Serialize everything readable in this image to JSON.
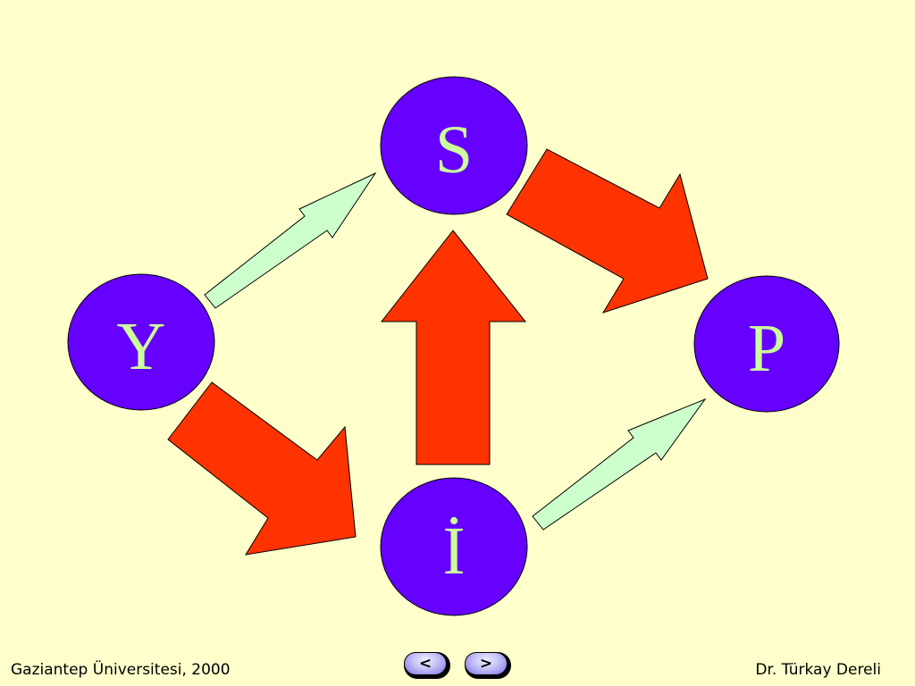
{
  "colors": {
    "background": "#FFFFCC",
    "node_fill": "#6600FF",
    "node_label": "#CCFF99",
    "strong_arrow": "#FF3300",
    "weak_arrow": "#CCFFCC"
  },
  "nodes": {
    "y": {
      "label": "Y"
    },
    "s": {
      "label": "S"
    },
    "p": {
      "label": "P"
    },
    "i": {
      "label": "İ"
    }
  },
  "arrows": [
    {
      "from": "Y",
      "to": "S",
      "style": "thin",
      "color": "light-green"
    },
    {
      "from": "S",
      "to": "P",
      "style": "thick",
      "color": "red"
    },
    {
      "from": "Y",
      "to": "İ",
      "style": "thick",
      "color": "red"
    },
    {
      "from": "İ",
      "to": "S",
      "style": "thick",
      "color": "red"
    },
    {
      "from": "İ",
      "to": "P",
      "style": "thin",
      "color": "light-green"
    }
  ],
  "footer": {
    "left_text": "Gaziantep Üniversitesi, 2000",
    "right_text": "Dr. Türkay Dereli"
  },
  "nav": {
    "prev_label": "<",
    "next_label": ">"
  }
}
